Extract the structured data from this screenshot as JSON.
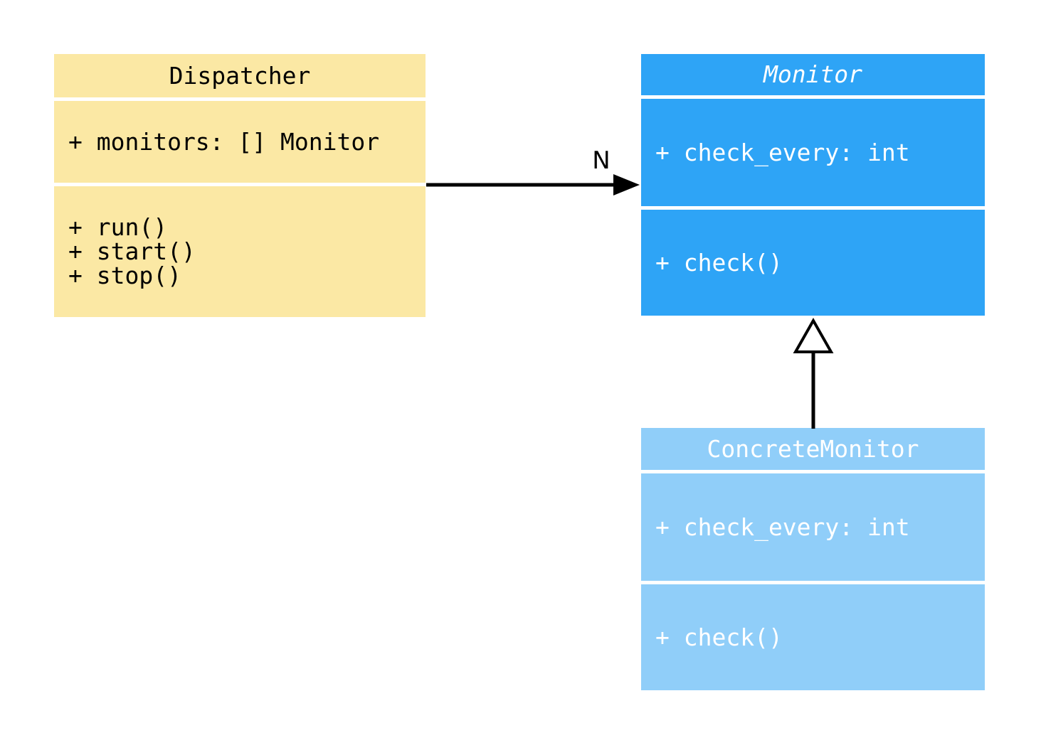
{
  "diagram": {
    "type": "uml-class-diagram",
    "background_color": "#FFFFFF",
    "classes": [
      {
        "name": "Dispatcher",
        "abstract": false,
        "fill_color": "#FBE8A4",
        "text_color": "#000000",
        "attributes": [
          "+ monitors: [] Monitor"
        ],
        "methods": [
          "+ run()",
          "+ start()",
          "+ stop()"
        ]
      },
      {
        "name": "Monitor",
        "abstract": true,
        "fill_color": "#2EA4F6",
        "text_color": "#FFFFFF",
        "attributes": [
          "+ check_every: int"
        ],
        "methods": [
          "+ check()"
        ]
      },
      {
        "name": "ConcreteMonitor",
        "abstract": false,
        "fill_color": "#90CEF9",
        "text_color": "#FFFFFF",
        "attributes": [
          "+ check_every: int"
        ],
        "methods": [
          "+ check()"
        ]
      }
    ],
    "relations": [
      {
        "type": "association",
        "from": "Dispatcher",
        "to": "Monitor",
        "label": "N",
        "arrow_style": "filled-arrowhead",
        "line_color": "#000000"
      },
      {
        "type": "inheritance",
        "from": "ConcreteMonitor",
        "to": "Monitor",
        "label": "",
        "arrow_style": "hollow-triangle",
        "line_color": "#000000"
      }
    ]
  }
}
